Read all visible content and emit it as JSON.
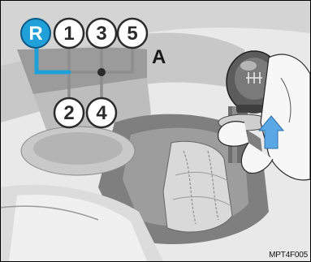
{
  "gears": {
    "reverse": "R",
    "first": "1",
    "second": "2",
    "third": "3",
    "fourth": "4",
    "fifth": "5"
  },
  "area_label": "A",
  "image_code": "MPT4F005",
  "colors": {
    "reverse_highlight": "#1fa0d8",
    "line_gray": "#9a9a9a",
    "console_dark": "#8f8f8f",
    "console_light": "#dcdcdc",
    "arrow_blue": "#5aa9e6"
  },
  "icons": [
    "shift-pattern-diagram",
    "up-arrow-icon",
    "gear-knob",
    "hand-illustration"
  ]
}
